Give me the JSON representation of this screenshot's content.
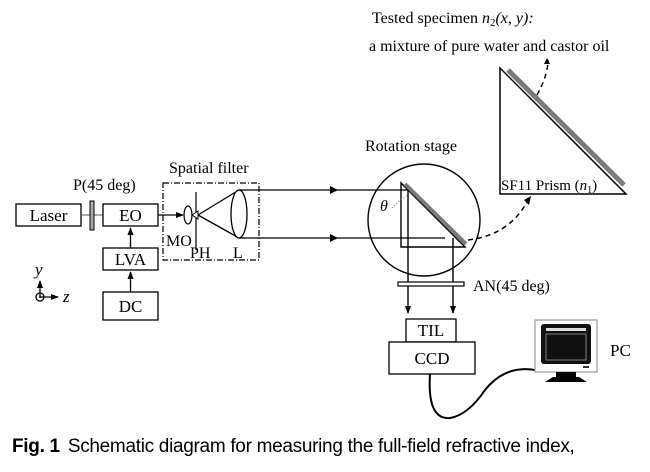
{
  "specimen": {
    "line1_prefix": "Tested specimen ",
    "line1_symbol": "n",
    "line1_sub": "2",
    "line1_args": "(x, y):",
    "line2": "a mixture of pure water and castor oil"
  },
  "components": {
    "laser": "Laser",
    "polarizer": "P(45 deg)",
    "eo": "EO",
    "lva": "LVA",
    "dc": "DC",
    "spatial_filter": "Spatial filter",
    "mo": "MO",
    "ph": "PH",
    "lens": "L",
    "rotation_stage": "Rotation stage",
    "theta": "θ",
    "prism_prefix": "SF11 Prism (",
    "prism_symbol": "n",
    "prism_sub": "1",
    "prism_suffix": ")",
    "analyzer": "AN(45 deg)",
    "til": "TIL",
    "ccd": "CCD",
    "pc": "PC"
  },
  "axes": {
    "y": "y",
    "z": "z"
  },
  "caption": {
    "label": "Fig. 1",
    "text": "Schematic diagram for measuring the full-field refractive index,"
  },
  "colors": {
    "specimen_layer": "#7a7a7a",
    "line": "#000000"
  }
}
